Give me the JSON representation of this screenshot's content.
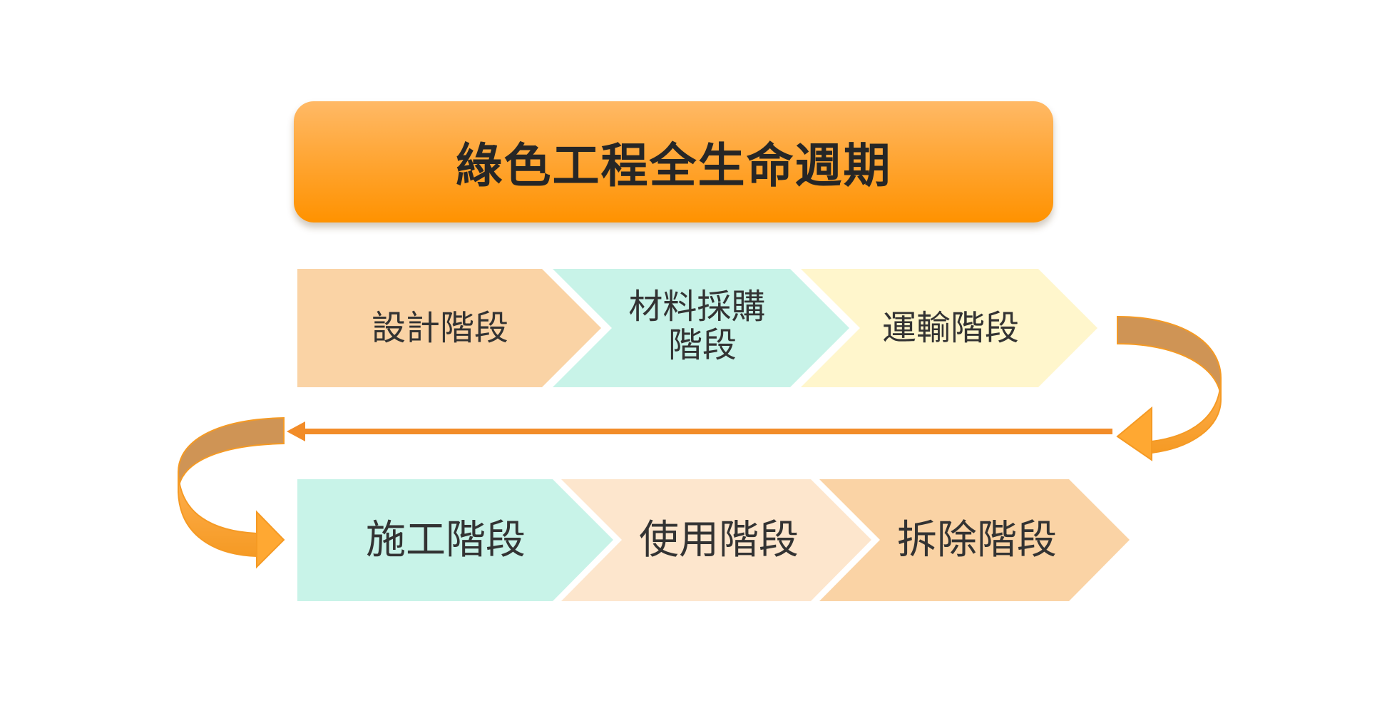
{
  "title": "綠色工程全生命週期",
  "colors": {
    "title_top": "#ffb966",
    "title_bottom": "#ff9200",
    "arrow_orange": "#f28c28",
    "peach": "#fad3a5",
    "mint": "#c8f3e8",
    "cream": "#fff6cc",
    "light_peach": "#fde6cd"
  },
  "row1": [
    {
      "label": "設計階段",
      "lines": [
        "設計階段"
      ],
      "color": "#fad3a5"
    },
    {
      "label": "材料採購階段",
      "lines": [
        "材料採購",
        "階段"
      ],
      "color": "#c8f3e8"
    },
    {
      "label": "運輸階段",
      "lines": [
        "運輸階段"
      ],
      "color": "#fff6cc"
    }
  ],
  "row2": [
    {
      "label": "施工階段",
      "lines": [
        "施工階段"
      ],
      "color": "#c8f3e8"
    },
    {
      "label": "使用階段",
      "lines": [
        "使用階段"
      ],
      "color": "#fde6cd"
    },
    {
      "label": "拆除階段",
      "lines": [
        "拆除階段"
      ],
      "color": "#fad3a5"
    }
  ]
}
